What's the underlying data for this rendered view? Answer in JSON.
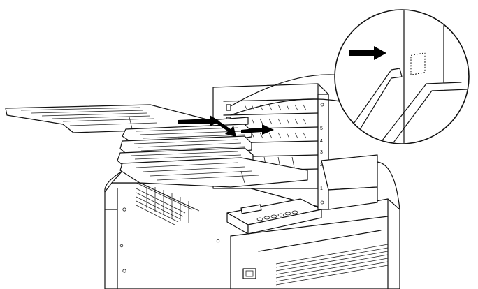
{
  "illustration": {
    "bin_numbers": [
      "5",
      "4",
      "3",
      "2",
      "1"
    ],
    "arrow_color": "#000000",
    "line_color": "#111111",
    "background": "#ffffff"
  }
}
